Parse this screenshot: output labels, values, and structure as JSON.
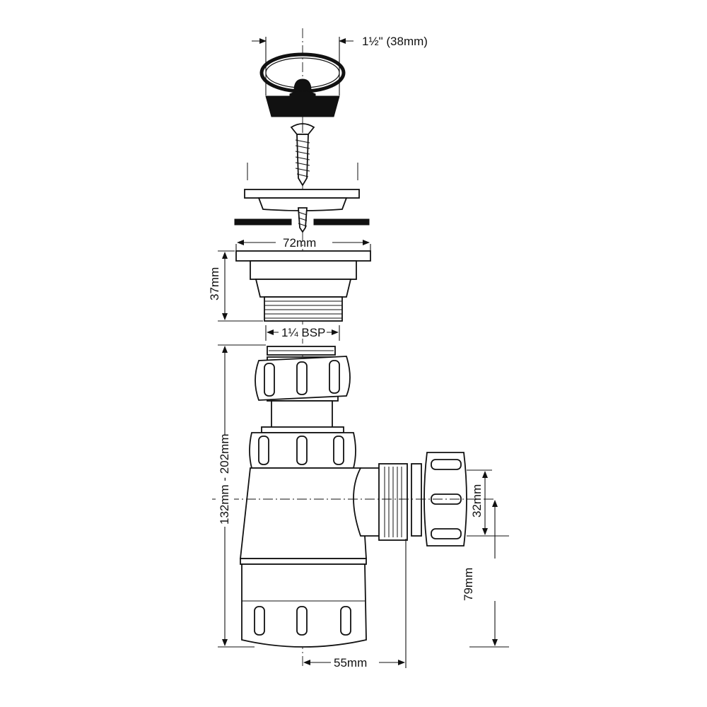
{
  "labels": {
    "plug_diameter": "1½\" (38mm)",
    "flange_width": "72mm",
    "body_height": "37mm",
    "thread_size": "1¼ BSP",
    "overall_height": "132mm - 202mm",
    "outlet_size": "32mm",
    "outlet_height": "79mm",
    "outlet_offset": "55mm"
  }
}
